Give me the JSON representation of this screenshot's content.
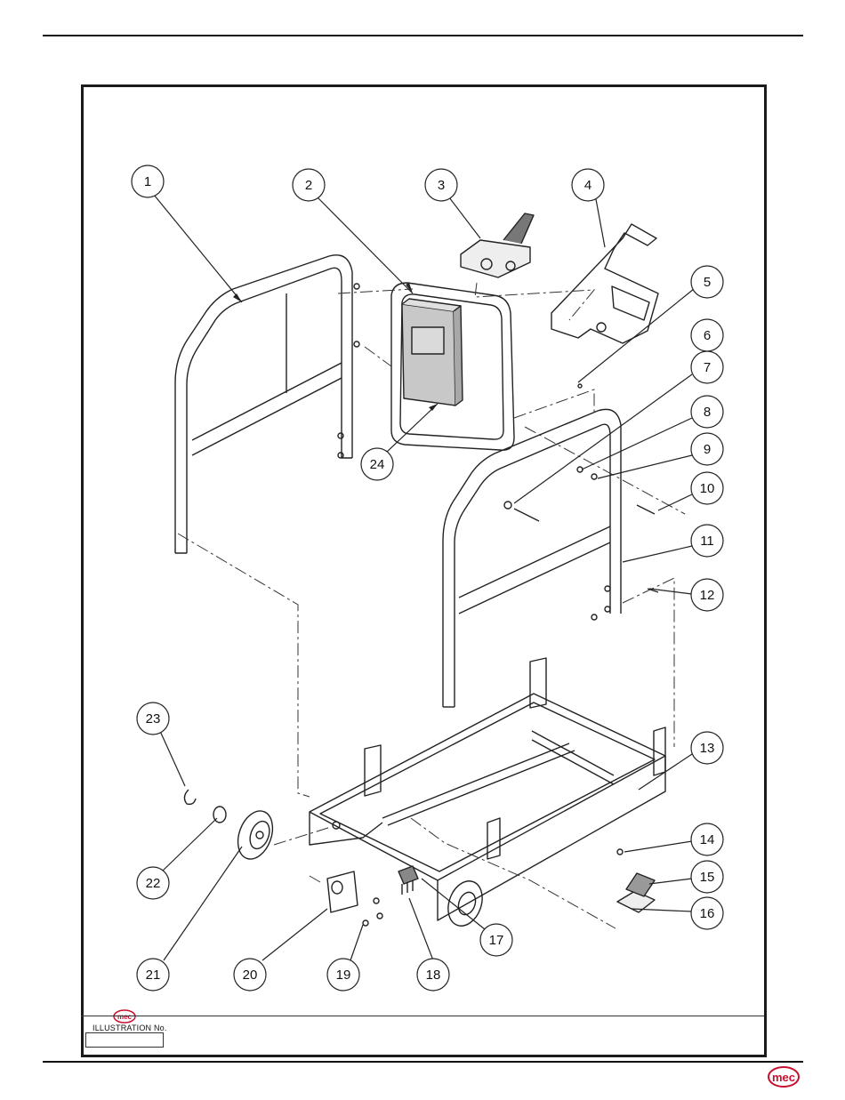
{
  "callouts": [
    "1",
    "2",
    "3",
    "4",
    "5",
    "6",
    "7",
    "8",
    "9",
    "10",
    "11",
    "12",
    "13",
    "14",
    "15",
    "16",
    "17",
    "18",
    "19",
    "20",
    "21",
    "22",
    "23",
    "24"
  ],
  "title_block": {
    "illustration_label": "ILLUSTRATION No.",
    "illustration_number": ""
  },
  "brand": {
    "logo_text": "mec",
    "color": "#c8102e"
  }
}
